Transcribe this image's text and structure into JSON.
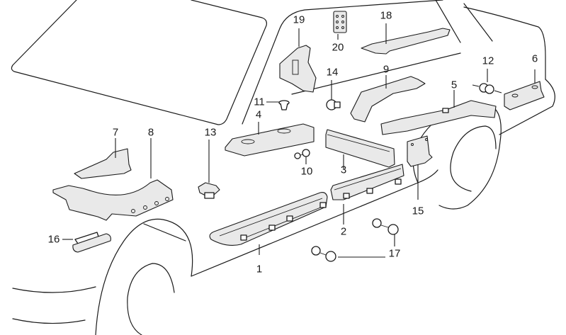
{
  "diagram": {
    "type": "exploded-parts-view",
    "subject": "car body side sill / floor reinforcement parts",
    "colors": {
      "line": "#1a1a1a",
      "background": "#ffffff",
      "shade": "#e9e9e9"
    },
    "callouts": [
      {
        "id": "1",
        "label": "1"
      },
      {
        "id": "2",
        "label": "2"
      },
      {
        "id": "3",
        "label": "3"
      },
      {
        "id": "4",
        "label": "4"
      },
      {
        "id": "5",
        "label": "5"
      },
      {
        "id": "6",
        "label": "6"
      },
      {
        "id": "7",
        "label": "7"
      },
      {
        "id": "8",
        "label": "8"
      },
      {
        "id": "9",
        "label": "9"
      },
      {
        "id": "10",
        "label": "10"
      },
      {
        "id": "11",
        "label": "11"
      },
      {
        "id": "12",
        "label": "12"
      },
      {
        "id": "13",
        "label": "13"
      },
      {
        "id": "14",
        "label": "14"
      },
      {
        "id": "15",
        "label": "15"
      },
      {
        "id": "16",
        "label": "16"
      },
      {
        "id": "17",
        "label": "17"
      },
      {
        "id": "18",
        "label": "18"
      },
      {
        "id": "19",
        "label": "19"
      },
      {
        "id": "20",
        "label": "20"
      }
    ]
  }
}
